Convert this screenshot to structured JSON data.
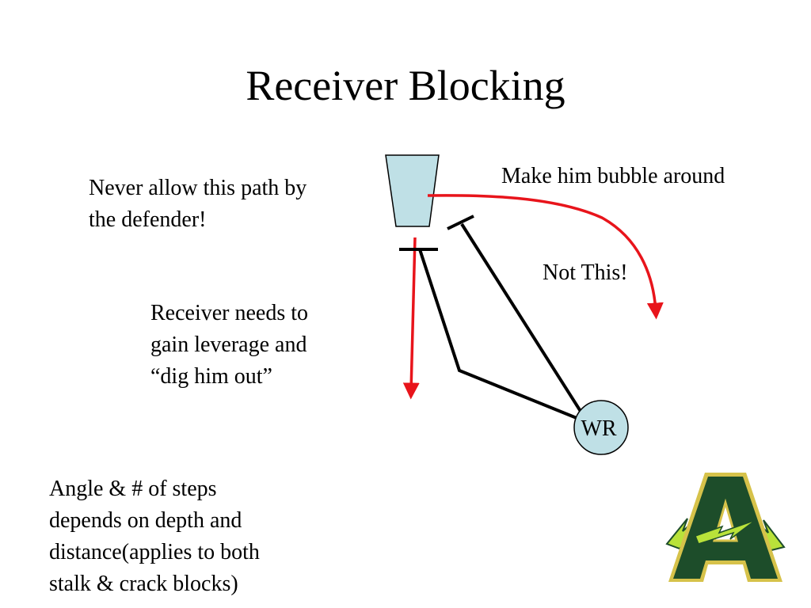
{
  "title": "Receiver Blocking",
  "notes": {
    "never_allow": [
      "Never allow this path by",
      "the defender!"
    ],
    "bubble": "Make him bubble around",
    "not_this": "Not This!",
    "leverage": [
      "Receiver needs to",
      "gain leverage and",
      "“dig him out”"
    ],
    "angle": [
      "Angle & # of steps",
      "depends on depth and",
      "distance(applies to both",
      "stalk & crack blocks)"
    ]
  },
  "diagram": {
    "receiver_label": "WR",
    "colors": {
      "defender_fill": "#bfe0e6",
      "receiver_fill": "#bfe0e6",
      "path_red": "#e8141b",
      "line_black": "#000000"
    }
  },
  "logo": {
    "letter": "A",
    "colors": {
      "green": "#1d4d2a",
      "gold": "#d6c24a",
      "lightning": "#b9e23a"
    }
  }
}
